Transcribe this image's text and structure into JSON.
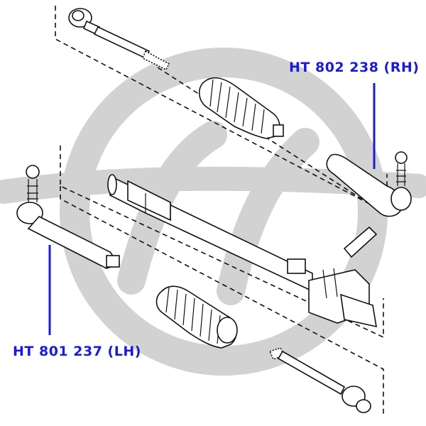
{
  "colors": {
    "label": "#1a1adb",
    "leader": "#1a1adb",
    "watermark": "#d2d2d2",
    "linework": "#111111"
  },
  "watermark": {
    "icon": "hh-logo-watermark"
  },
  "parts": {
    "right": {
      "label": "HT 802 238 (RH)"
    },
    "left": {
      "label": "HT 801 237 (LH)"
    }
  }
}
